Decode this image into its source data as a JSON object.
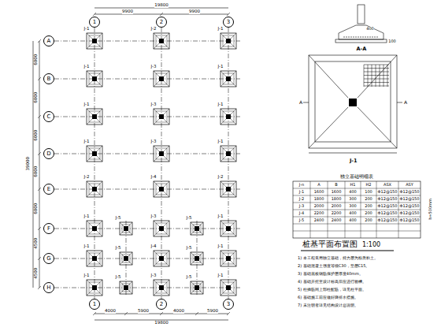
{
  "diagram": {
    "title": "桩基平面布置图",
    "nodes": [
      {
        "text": [
          "1"
        ]
      },
      {
        "text": [
          "2"
        ]
      },
      {
        "text": [
          "3"
        ]
      },
      {
        "text": [
          "A"
        ]
      },
      {
        "text": [
          "B"
        ]
      },
      {
        "text": [
          "C"
        ]
      },
      {
        "text": [
          "D"
        ]
      },
      {
        "text": [
          "E"
        ]
      },
      {
        "text": [
          "F"
        ]
      },
      {
        "text": [
          "G"
        ]
      },
      {
        "text": [
          "H"
        ]
      },
      {
        "text": [
          "1"
        ]
      },
      {
        "text": [
          "2"
        ]
      },
      {
        "text": [
          "3"
        ]
      }
    ],
    "edges": [
      {
        "from": 0,
        "to": 11,
        "arrow": "none"
      },
      {
        "from": 1,
        "to": 12,
        "arrow": "none"
      },
      {
        "from": 2,
        "to": 13,
        "arrow": "none"
      }
    ],
    "labels": [
      "J-1",
      "J-2",
      "J-1",
      "J-1",
      "J-3",
      "J-1",
      "J-1",
      "J-3",
      "J-1",
      "J-1",
      "J-3",
      "J-1",
      "J-2",
      "J-4",
      "J-2",
      "J-1",
      "J-5",
      "J-3",
      "J-5",
      "J-1",
      "J-1",
      "J-5",
      "J-4",
      "J-5",
      "J-1",
      "J-1",
      "J-5",
      "J-3",
      "J-5",
      "J-1",
      "19800",
      "9900",
      "9900",
      "4000",
      "5900",
      "4000",
      "5900",
      "19800",
      "6000",
      "6000",
      "6000",
      "6000",
      "6000",
      "4500",
      "4500",
      "39000",
      "A-A",
      "J-1",
      "A",
      "A",
      "100",
      "400",
      "独立基础明细表",
      "J-n",
      "A",
      "B",
      "H1",
      "H2",
      "ASX",
      "ASY",
      "J-1",
      "1600",
      "1600",
      "400",
      "100",
      "Φ12@150",
      "Φ12@150",
      "J-2",
      "1800",
      "1800",
      "300",
      "200",
      "Φ12@150",
      "Φ12@150",
      "J-3",
      "2000",
      "2000",
      "300",
      "200",
      "Φ12@150",
      "Φ12@150",
      "J-4",
      "2200",
      "2200",
      "400",
      "200",
      "Φ12@150",
      "Φ12@150",
      "J-5",
      "2400",
      "2400",
      "400",
      "200",
      "Φ12@150",
      "Φ12@150",
      "h=500mm",
      "1:100",
      "1) 本工程采用独立基础，持力层为粉质粘土。",
      "2) 基础混凝土强度等级C30，垫层C15。",
      "3) 基础底板钢筋保护层厚度40mm。",
      "4) 基础开挖至设计标高后应进行验槽。",
      "5) 柱插筋同上部柱配筋，详见柱平面。",
      "6) 基础施工前应做好降排水措施。",
      "7) 未注明者详见结构设计总说明。"
    ]
  }
}
